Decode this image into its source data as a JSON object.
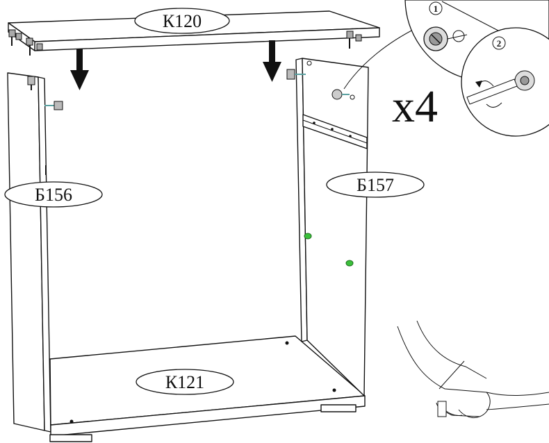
{
  "labels": {
    "top_panel": "К120",
    "bottom_panel": "К121",
    "left_side": "Б156",
    "right_side": "Б157"
  },
  "callout": {
    "quantity": "x4",
    "step_1": "1",
    "step_2": "2"
  },
  "colors": {
    "line": "#111111",
    "background": "#ffffff",
    "shelf_pin": "#3bbf3b",
    "dowel": "#5aa0a0"
  },
  "icons": {
    "arrow": "arrow-down-icon",
    "cam_lock": "cam-lock-icon",
    "screwdriver": "screwdriver-icon",
    "hand": "hand-with-hammer-icon"
  }
}
